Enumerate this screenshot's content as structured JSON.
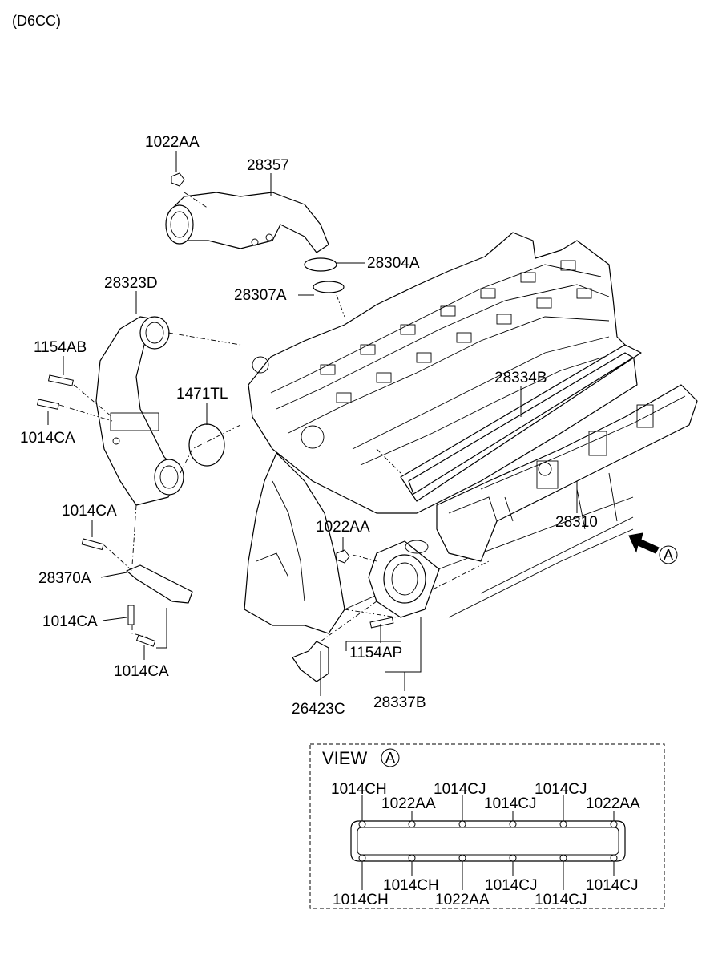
{
  "header": {
    "model": "(D6CC)"
  },
  "parts": {
    "p1022aa_top": "1022AA",
    "p28357": "28357",
    "p28304a": "28304A",
    "p28307a": "28307A",
    "p28323d": "28323D",
    "p1154ab": "1154AB",
    "p1014ca_left": "1014CA",
    "p1471tl": "1471TL",
    "p28334b": "28334B",
    "p1014ca_mid": "1014CA",
    "p1022aa_mid": "1022AA",
    "p28310": "28310",
    "p28370a": "28370A",
    "p1014ca_bracket_a": "1014CA",
    "p1014ca_bracket_b": "1014CA",
    "p1154ap": "1154AP",
    "p28337b": "28337B",
    "p26423c": "26423C"
  },
  "view_marker": {
    "letter": "A"
  },
  "view": {
    "title": "VIEW",
    "letter": "A",
    "top_labels": [
      "1014CH",
      "1022AA",
      "1014CJ",
      "1014CJ",
      "1014CJ",
      "1022AA"
    ],
    "bottom_labels": [
      "1014CH",
      "1014CH",
      "1022AA",
      "1014CJ",
      "1014CJ",
      "1014CJ"
    ]
  }
}
